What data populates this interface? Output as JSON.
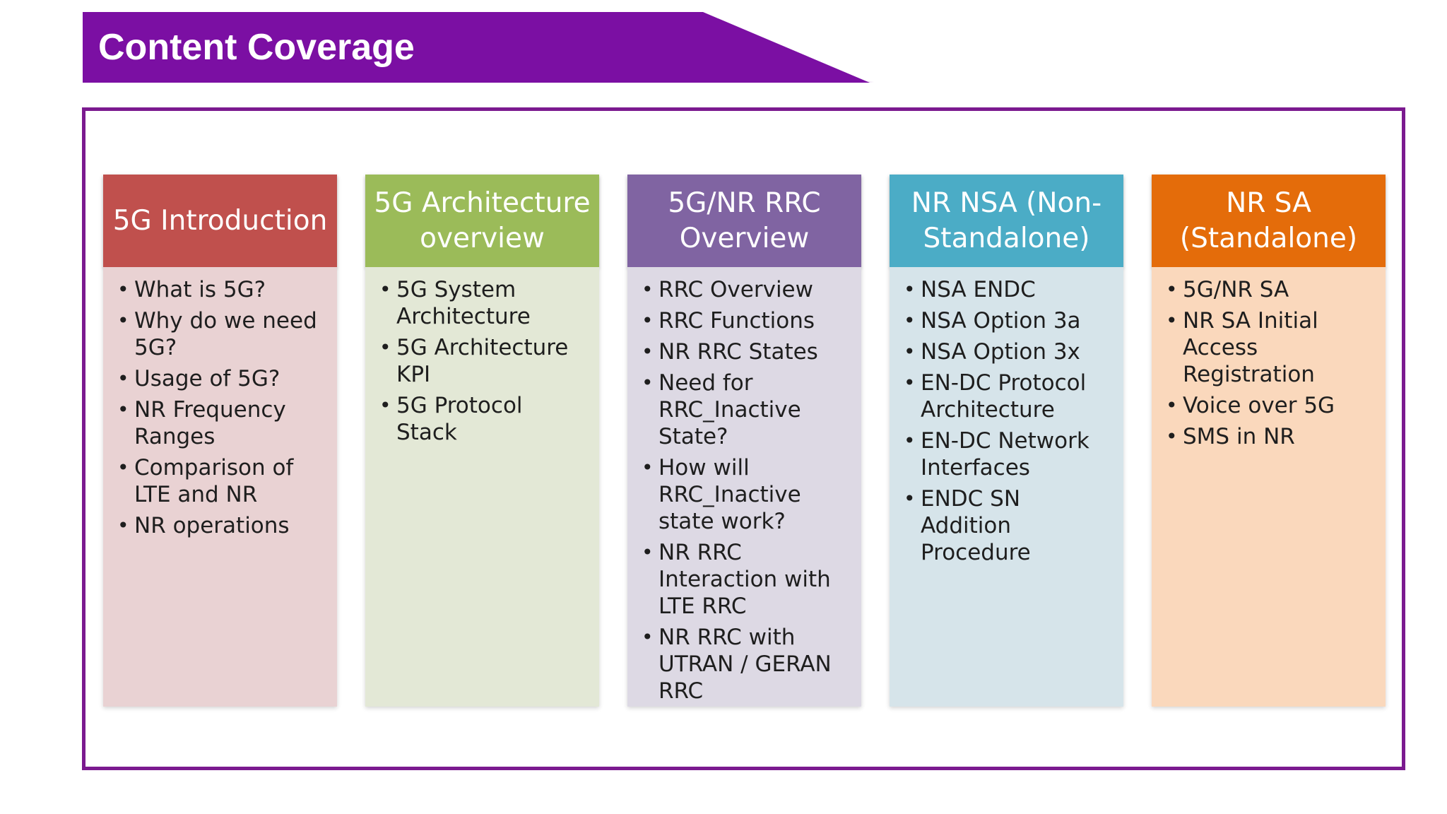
{
  "page": {
    "title": "Content Coverage"
  },
  "colors": {
    "banner": "#7B0FA3",
    "frame": "#7B1A8F"
  },
  "columns": [
    {
      "id": "5g-introduction",
      "header": "5G Introduction",
      "header_color": "#C0504D",
      "body_color": "#E9D2D3",
      "items": [
        "What is 5G?",
        "Why do we need 5G?",
        "Usage of 5G?",
        "NR Frequency Ranges",
        "Comparison of LTE and NR",
        "NR operations"
      ]
    },
    {
      "id": "5g-architecture-overview",
      "header": "5G Architecture overview",
      "header_color": "#9BBB59",
      "body_color": "#E3E8D6",
      "items": [
        "5G System Architecture",
        "5G Architecture KPI",
        "5G Protocol Stack"
      ]
    },
    {
      "id": "5g-nr-rrc-overview",
      "header": "5G/NR RRC Overview",
      "header_color": "#8064A2",
      "body_color": "#DDD9E4",
      "items": [
        "RRC Overview",
        "RRC Functions",
        "NR RRC States",
        "Need for RRC_Inactive State?",
        "How will RRC_Inactive state work?",
        "NR RRC Interaction with LTE RRC",
        "NR RRC with UTRAN / GERAN RRC"
      ]
    },
    {
      "id": "nr-nsa",
      "header": "NR NSA (Non-Standalone)",
      "header_color": "#4BACC6",
      "body_color": "#D6E4EA",
      "items": [
        "NSA ENDC",
        "NSA Option 3a",
        "NSA Option 3x",
        "EN-DC Protocol Architecture",
        "EN-DC Network Interfaces",
        "ENDC SN Addition Procedure"
      ]
    },
    {
      "id": "nr-sa",
      "header": "NR SA (Standalone)",
      "header_color": "#E46C0A",
      "body_color": "#FAD8BC",
      "items": [
        "5G/NR SA",
        "NR SA Initial Access Registration",
        "Voice over 5G",
        "SMS in NR"
      ]
    }
  ]
}
